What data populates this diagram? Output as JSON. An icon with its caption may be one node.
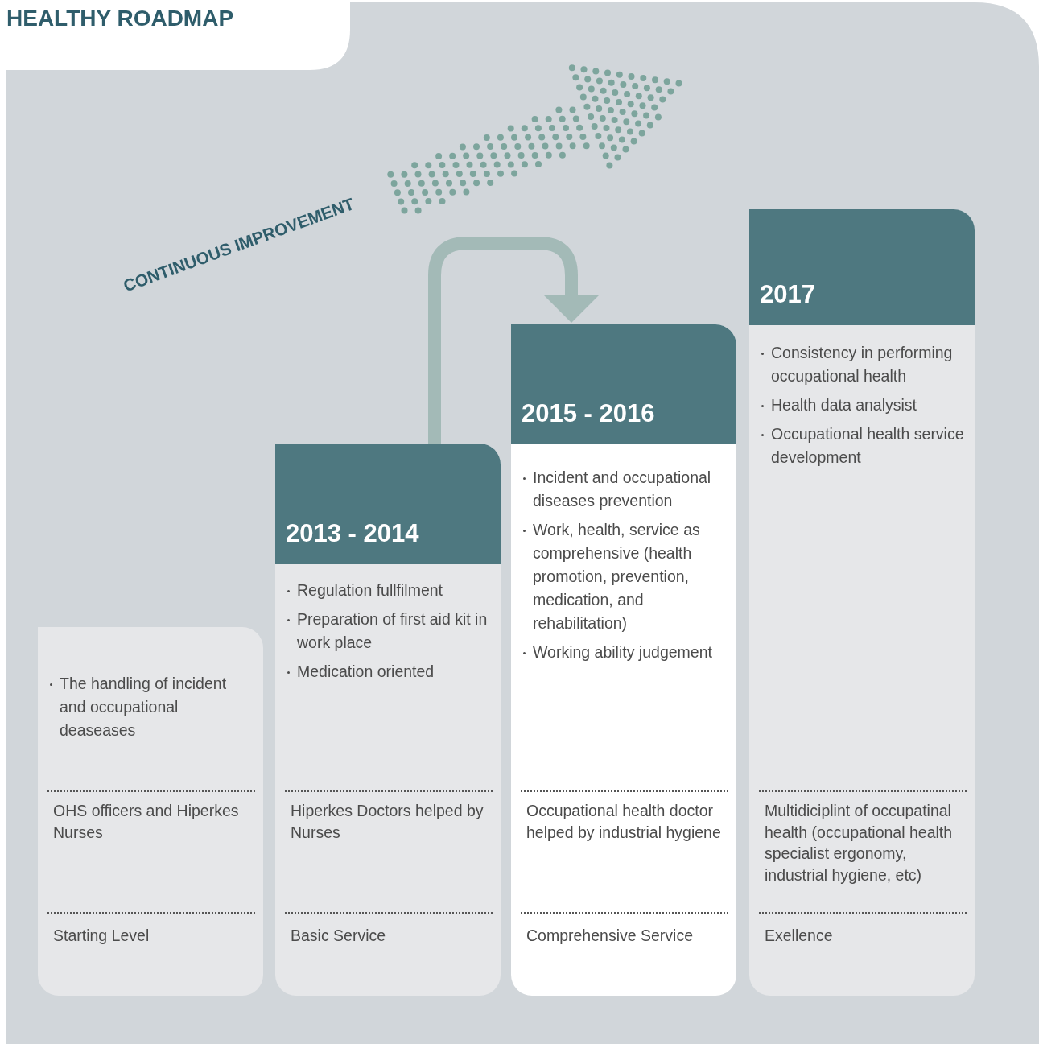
{
  "diagram": {
    "title": "HEALTHY ROADMAP",
    "nodes": [
      {
        "text": [
          "The handling of incident and occupational deaseases",
          "OHS officers and Hiperkes Nurses",
          "Starting Level"
        ]
      },
      {
        "text": [
          "Regulation fullfilment",
          "Preparation of first aid kit in work place",
          "Medication oriented",
          "Hiperkes Doctors helped by Nurses",
          "Basic Service"
        ]
      },
      {
        "text": [
          "2013 - 2014"
        ],
        "in": 1
      },
      {
        "text": [
          "Incident and occupational diseases prevention",
          "Work, health, service as comprehensive (health promotion, prevention, medication, and rehabilitation)",
          "Working ability judgement",
          "Occupational health doctor helped by industrial hygiene",
          "Comprehensive Service"
        ]
      },
      {
        "text": [
          "2015 - 2016"
        ],
        "in": 3
      },
      {
        "text": [
          "Consistency in performing occupational health",
          "Health data analysist",
          "Occupational health service development",
          "Multidiciplint of occupatinal health (occupational health specialist ergonomy, industrial hygiene, etc)",
          "Exellence"
        ]
      },
      {
        "text": [
          "2017"
        ],
        "in": 5
      }
    ],
    "edges": [
      {
        "from": 2,
        "to": 4,
        "arrow": "to",
        "color": "#a3bab7"
      }
    ],
    "labels": [
      "CONTINUOUS IMPROVEMENT"
    ]
  }
}
